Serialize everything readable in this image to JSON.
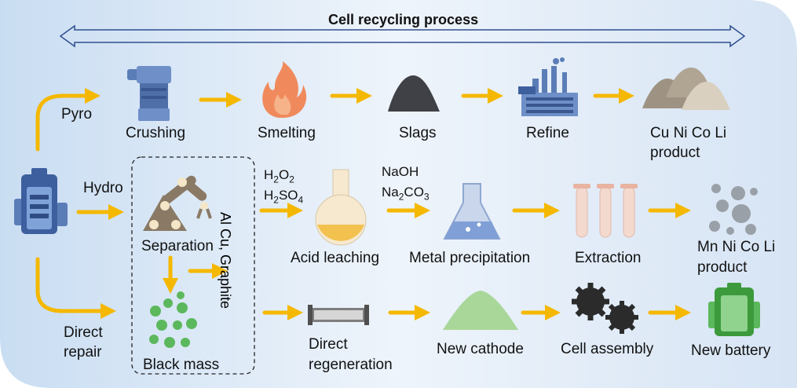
{
  "title": "Cell recycling process",
  "routes": {
    "pyro": "Pyro",
    "hydro": "Hydro",
    "direct_1": "Direct",
    "direct_2": "repair"
  },
  "pyro_steps": {
    "crushing": "Crushing",
    "smelting": "Smelting",
    "slags": "Slags",
    "refine": "Refine",
    "product_1": "Cu Ni Co Li",
    "product_2": "product"
  },
  "hydro_steps": {
    "separation": "Separation",
    "side_product": "Al Cu, Graphite",
    "black_mass": "Black mass",
    "reagent_h2o2": "H2O2",
    "reagent_h2so4": "H2SO4",
    "acid_leaching": "Acid leaching",
    "reagent_naoh": "NaOH",
    "reagent_na2co3": "Na2CO3",
    "metal_precipitation": "Metal precipitation",
    "extraction": "Extraction",
    "product_1": "Mn Ni Co Li",
    "product_2": "product"
  },
  "direct_steps": {
    "regen_1": "Direct",
    "regen_2": "regeneration",
    "new_cathode": "New cathode",
    "cell_assembly": "Cell assembly",
    "new_battery": "New battery"
  },
  "icons": [
    "battery-icon",
    "crusher-icon",
    "flame-icon",
    "slag-pile-icon",
    "factory-icon",
    "metal-piles-icon",
    "robot-arm-icon",
    "black-mass-icon",
    "flask-icon",
    "erlenmeyer-icon",
    "test-tubes-icon",
    "bubbles-icon",
    "tube-furnace-icon",
    "powder-pile-icon",
    "gears-icon",
    "new-battery-icon"
  ],
  "colors": {
    "arrow": "#F5B800",
    "background": "#DDE9F7",
    "icon_blue": "#5B7DB7",
    "flame": "#F08A5D",
    "green": "#5CB85C"
  }
}
